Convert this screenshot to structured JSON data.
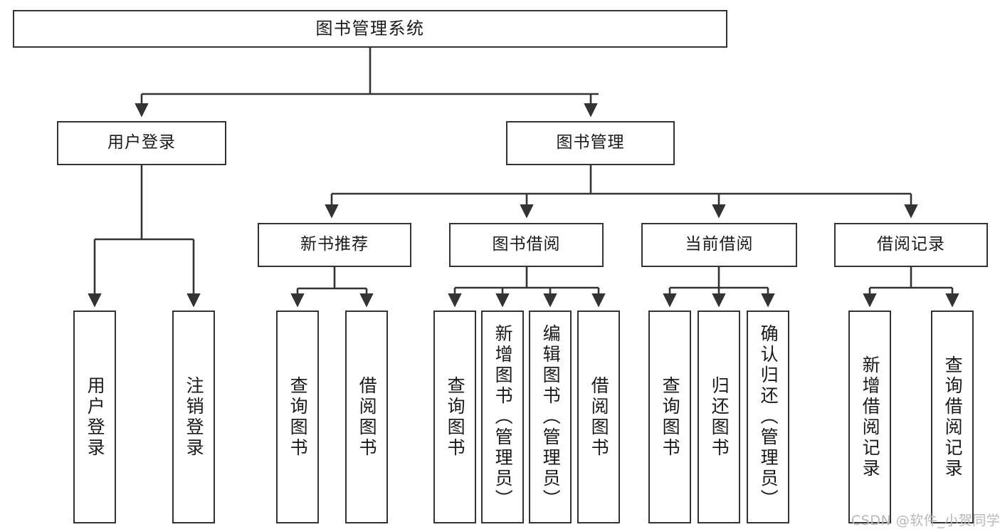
{
  "diagram": {
    "title": "图书管理系统",
    "root": {
      "label": "图书管理系统"
    },
    "level2": [
      {
        "label": "用户登录"
      },
      {
        "label": "图书管理"
      }
    ],
    "level3": [
      {
        "label": "新书推荐"
      },
      {
        "label": "图书借阅"
      },
      {
        "label": "当前借阅"
      },
      {
        "label": "借阅记录"
      }
    ],
    "leaves": {
      "user_login": [
        {
          "label": "用户登录"
        },
        {
          "label": "注销登录"
        }
      ],
      "new_book_recommend": [
        {
          "label": "查询图书"
        },
        {
          "label": "借阅图书"
        }
      ],
      "book_borrow": [
        {
          "label": "查询图书"
        },
        {
          "label": "新增图书（管理员）"
        },
        {
          "label": "编辑图书（管理员）"
        },
        {
          "label": "借阅图书"
        }
      ],
      "current_borrow": [
        {
          "label": "查询图书"
        },
        {
          "label": "归还图书"
        },
        {
          "label": "确认归还（管理员）"
        }
      ],
      "borrow_record": [
        {
          "label": "新增借阅记录"
        },
        {
          "label": "查询借阅记录"
        }
      ]
    }
  },
  "watermark": {
    "text": "CSDN @软件_小贺同学"
  },
  "colors": {
    "stroke": "#333333",
    "fill": "#ffffff",
    "text": "#1a1a1a",
    "watermark": "#b7b7b7"
  }
}
